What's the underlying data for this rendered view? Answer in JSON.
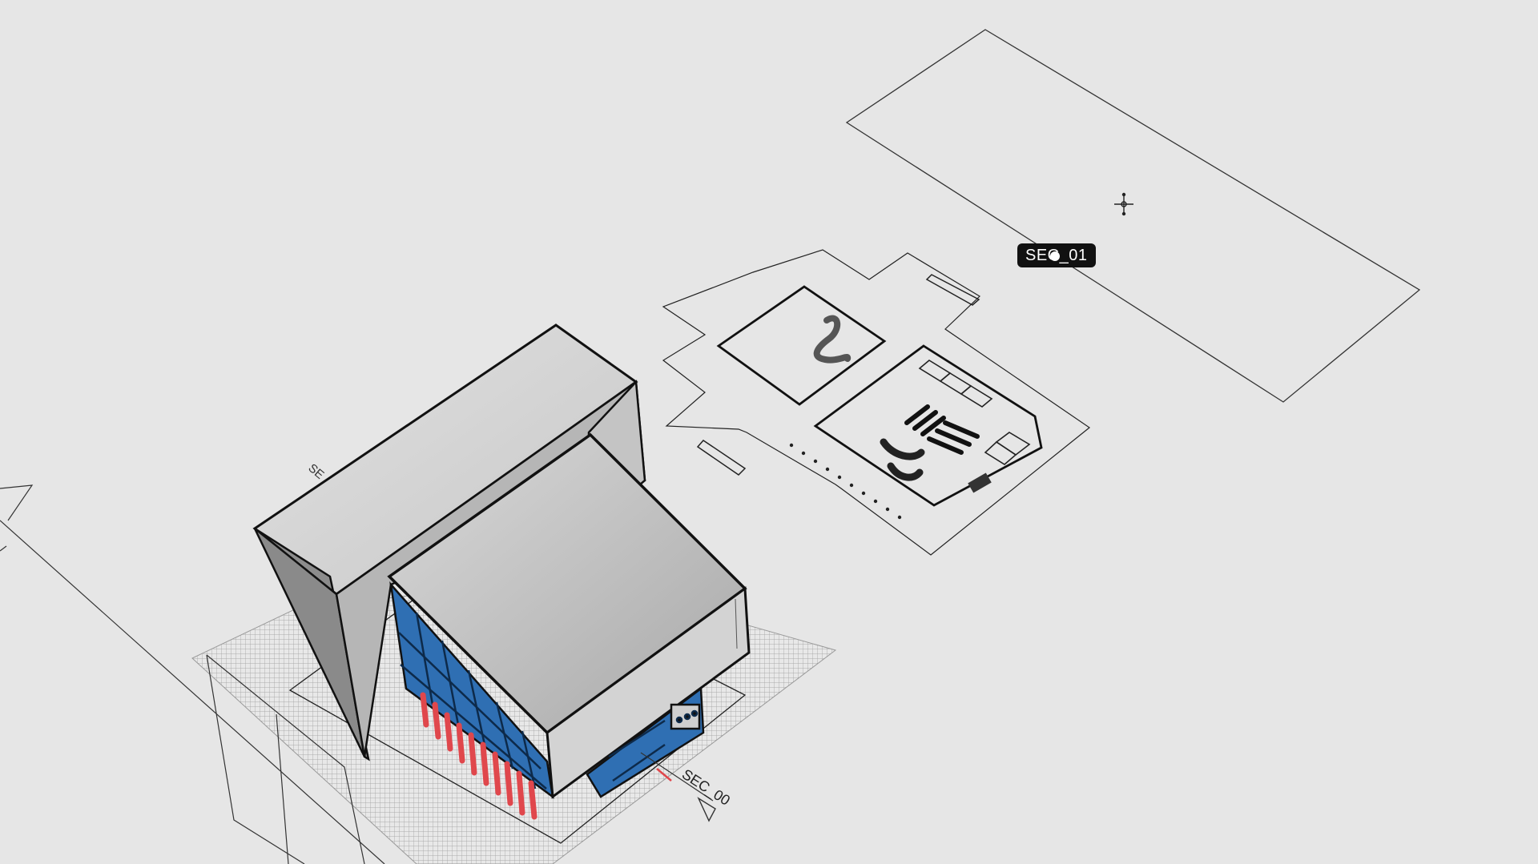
{
  "viewport": {
    "labels": {
      "section_01": "SEC_01",
      "section_00": "SEC_00",
      "section_partial": "SE"
    },
    "colors": {
      "background": "#e6e6e6",
      "wall_light": "#d4d4d4",
      "wall_mid": "#bdbdbd",
      "wall_dark": "#8c8c8c",
      "glass_blue": "#2f6fb3",
      "columns_red": "#e0474c",
      "tag_bg": "#111111"
    },
    "icons": [
      "move-cursor-icon"
    ]
  }
}
